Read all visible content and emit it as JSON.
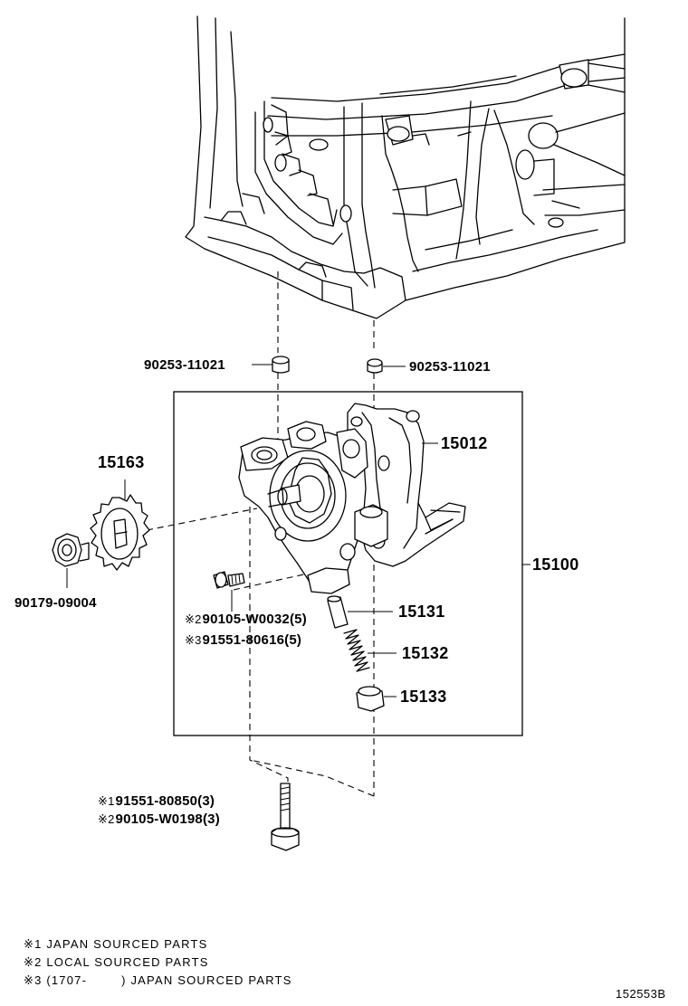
{
  "parts": {
    "p90253_left": "90253-11021",
    "p90253_right": "90253-11021",
    "p15012": "15012",
    "p15163": "15163",
    "p15100": "15100",
    "p90179": "90179-09004",
    "p15131": "15131",
    "p90105_w0032": {
      "mark": "※2",
      "number": "90105-W0032(5)"
    },
    "p91551_80616": {
      "mark": "※3",
      "number": "91551-80616(5)"
    },
    "p15132": "15132",
    "p15133": "15133",
    "p91551_80850": {
      "mark": "※1",
      "number": "91551-80850(3)"
    },
    "p90105_w0198": {
      "mark": "※2",
      "number": "90105-W0198(3)"
    }
  },
  "notes": {
    "note1": {
      "mark": "※1",
      "text": "JAPAN SOURCED PARTS"
    },
    "note2": {
      "mark": "※2",
      "text": "LOCAL SOURCED PARTS"
    },
    "note3": {
      "mark": "※3",
      "prefix": "(1707-",
      "text": ") JAPAN SOURCED PARTS"
    }
  },
  "diagram_id": "152553B"
}
